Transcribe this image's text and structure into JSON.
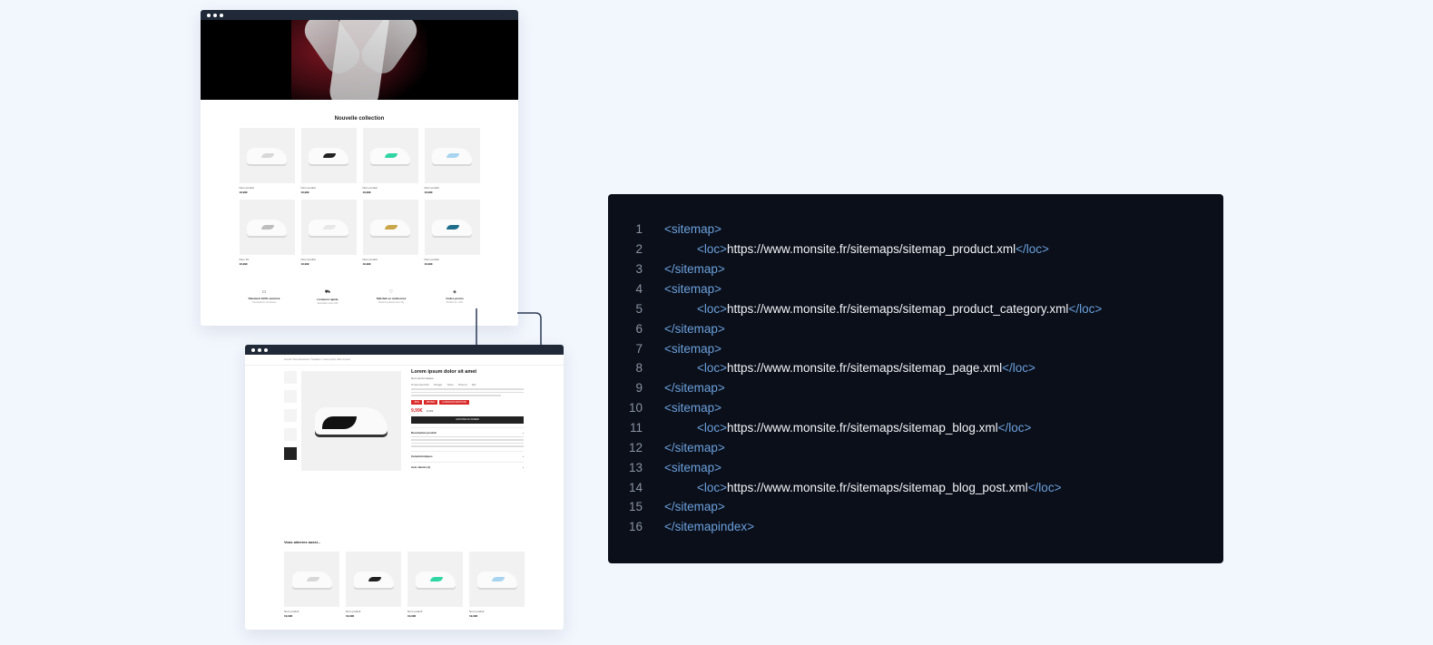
{
  "home_window": {
    "section_title": "Nouvelle collection",
    "products": [
      {
        "name": "Nom produit",
        "price": "19,99€",
        "accent": "#d8d8d8"
      },
      {
        "name": "Nom produit",
        "price": "19,99€",
        "accent": "#222222"
      },
      {
        "name": "Nom produit",
        "price": "19,99€",
        "accent": "#2fd6a3"
      },
      {
        "name": "Nom produit",
        "price": "19,99€",
        "accent": "#a8d4f0"
      },
      {
        "name": "Nom 10",
        "price": "19,99€",
        "accent": "#bdbdbd"
      },
      {
        "name": "Nom produit",
        "price": "19,99€",
        "accent": "#e8e8e8"
      },
      {
        "name": "Nom produit",
        "price": "19,99€",
        "accent": "#c9a64a"
      },
      {
        "name": "Nom produit",
        "price": "19,99€",
        "accent": "#1e6d8a"
      }
    ],
    "features": [
      {
        "icon": "card-icon",
        "glyph": "▭",
        "title": "Paiement 100% sécurisé",
        "sub": "Transactions sécurisées"
      },
      {
        "icon": "truck-icon",
        "glyph": "⛟",
        "title": "Livraison rapide",
        "sub": "Expédition sous 24h"
      },
      {
        "icon": "heart-icon",
        "glyph": "♡",
        "title": "Satisfait ou remboursé",
        "sub": "Retours gratuits sous 30j"
      },
      {
        "icon": "tag-icon",
        "glyph": "◈",
        "title": "Codes promo",
        "sub": "Profitez de -10%"
      }
    ]
  },
  "product_window": {
    "breadcrumb": "Accueil  /  Nos chaussures  /  Sneakers  /  Lorem ipsum dolor sit amet",
    "title": "Lorem ipsum dolor sit amet",
    "brand": "Nom de la marque",
    "meta": [
      "Produit disponible",
      "Partager",
      "Twitter",
      "Pinterest",
      "Mail"
    ],
    "badges": [
      "-50%",
      "PROMO",
      "LIVRAISON GRATUITE"
    ],
    "price": "9,99€",
    "old_price": "19,99€",
    "add_to_cart": "AJOUTER AU PANIER",
    "accordions": [
      "Description produit",
      "Caractéristiques",
      "Avis clients (1)"
    ],
    "also_like_title": "Vous aimerez aussi...",
    "related": [
      {
        "name": "Nom produit",
        "price": "19,99€",
        "accent": "#d8d8d8"
      },
      {
        "name": "Nom produit",
        "price": "19,99€",
        "accent": "#222222"
      },
      {
        "name": "Nom produit",
        "price": "19,99€",
        "accent": "#2fd6a3"
      },
      {
        "name": "Nom produit",
        "price": "19,99€",
        "accent": "#a8d4f0"
      }
    ]
  },
  "code": {
    "tag_color": "#6aa0dd",
    "text_color": "#f2f4f8",
    "lines": [
      {
        "n": "1",
        "indent": 0,
        "open": "<sitemap>",
        "url": "",
        "close": ""
      },
      {
        "n": "2",
        "indent": 1,
        "open": "<loc>",
        "url": "https://www.monsite.fr/sitemaps/sitemap_product.xml",
        "close": "</loc>"
      },
      {
        "n": "3",
        "indent": 0,
        "open": "</sitemap>",
        "url": "",
        "close": ""
      },
      {
        "n": "4",
        "indent": 0,
        "open": "<sitemap>",
        "url": "",
        "close": ""
      },
      {
        "n": "5",
        "indent": 1,
        "open": "<loc>",
        "url": "https://www.monsite.fr/sitemaps/sitemap_product_category.xml",
        "close": "</loc>"
      },
      {
        "n": "6",
        "indent": 0,
        "open": "</sitemap>",
        "url": "",
        "close": ""
      },
      {
        "n": "7",
        "indent": 0,
        "open": "<sitemap>",
        "url": "",
        "close": ""
      },
      {
        "n": "8",
        "indent": 1,
        "open": "<loc>",
        "url": "https://www.monsite.fr/sitemaps/sitemap_page.xml",
        "close": "</loc>"
      },
      {
        "n": "9",
        "indent": 0,
        "open": "</sitemap>",
        "url": "",
        "close": ""
      },
      {
        "n": "10",
        "indent": 0,
        "open": "<sitemap>",
        "url": "",
        "close": ""
      },
      {
        "n": "11",
        "indent": 1,
        "open": "<loc>",
        "url": "https://www.monsite.fr/sitemaps/sitemap_blog.xml",
        "close": "</loc>"
      },
      {
        "n": "12",
        "indent": 0,
        "open": "</sitemap>",
        "url": "",
        "close": ""
      },
      {
        "n": "13",
        "indent": 0,
        "open": "<sitemap>",
        "url": "",
        "close": ""
      },
      {
        "n": "14",
        "indent": 1,
        "open": "<loc>",
        "url": "https://www.monsite.fr/sitemaps/sitemap_blog_post.xml",
        "close": "</loc>"
      },
      {
        "n": "15",
        "indent": 0,
        "open": "</sitemap>",
        "url": "",
        "close": ""
      },
      {
        "n": "16",
        "indent": 0,
        "open": "</sitemapindex>",
        "url": "",
        "close": ""
      }
    ]
  }
}
